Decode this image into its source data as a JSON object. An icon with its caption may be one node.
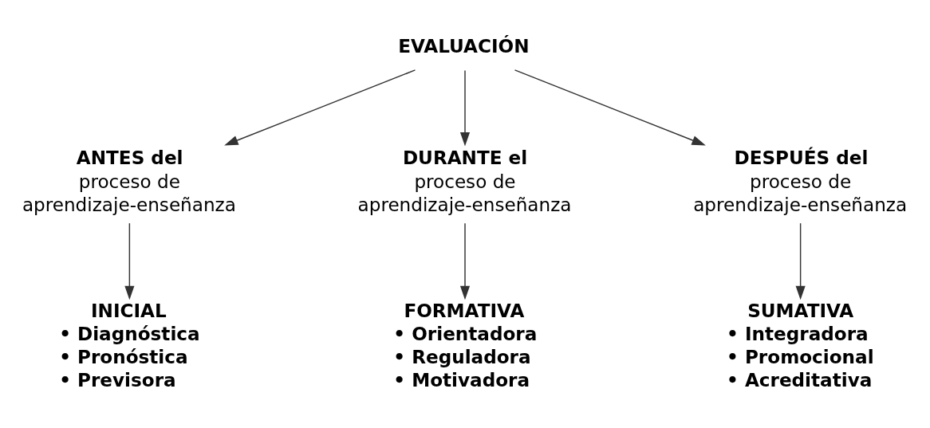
{
  "diagram": {
    "nodes": [
      {
        "text": [
          "EVALUACIÓN"
        ]
      },
      {
        "text": [
          "ANTES del",
          "proceso de aprendizaje-enseñanza"
        ]
      },
      {
        "text": [
          "DURANTE el",
          "proceso de aprendizaje-enseñanza"
        ]
      },
      {
        "text": [
          "DESPUÉS del",
          "proceso de aprendizaje-enseñanza"
        ]
      },
      {
        "text": [
          "INICIAL",
          "• Diagnóstica",
          "• Pronóstica",
          "• Previsora"
        ]
      },
      {
        "text": [
          "FORMATIVA",
          "• Orientadora",
          "• Reguladora",
          "• Motivadora"
        ]
      },
      {
        "text": [
          "SUMATIVA",
          "• Integradora",
          "• Promocional",
          "• Acreditativa"
        ]
      }
    ],
    "edges": [
      {
        "from": 0,
        "to": 1,
        "arrow": "to"
      },
      {
        "from": 0,
        "to": 2,
        "arrow": "to"
      },
      {
        "from": 0,
        "to": 3,
        "arrow": "to"
      },
      {
        "from": 1,
        "to": 4,
        "arrow": "to"
      },
      {
        "from": 2,
        "to": 5,
        "arrow": "to"
      },
      {
        "from": 3,
        "to": 6,
        "arrow": "to"
      }
    ]
  }
}
